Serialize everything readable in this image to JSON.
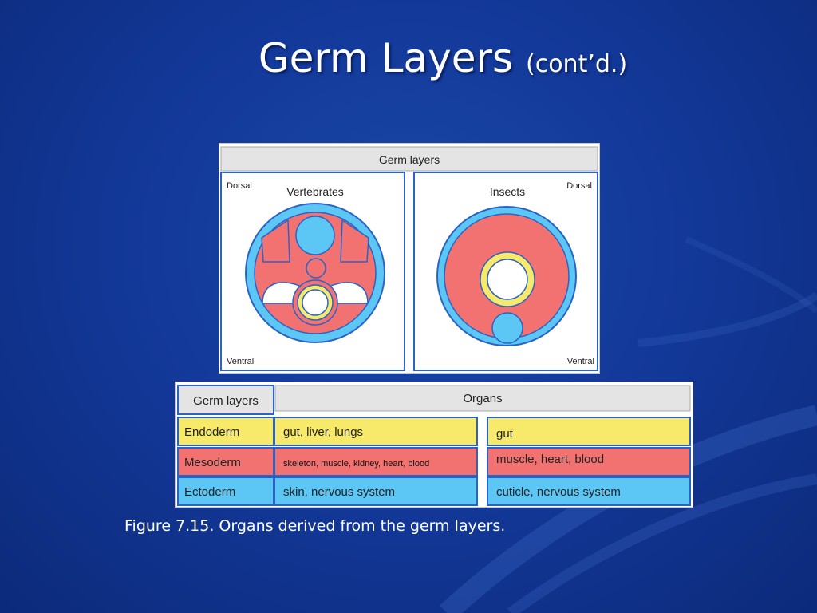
{
  "title": {
    "main": "Germ Layers",
    "sub": "(cont’d.)"
  },
  "figure": {
    "header": "Germ layers",
    "vertebrates": {
      "label": "Vertebrates",
      "dorsal": "Dorsal",
      "ventral": "Ventral"
    },
    "insects": {
      "label": "Insects",
      "dorsal": "Dorsal",
      "ventral": "Ventral"
    },
    "table": {
      "col_germ": "Germ layers",
      "col_organs": "Organs",
      "rows": [
        {
          "layer": "Endoderm",
          "vertebrates": "gut, liver, lungs",
          "insects": "gut"
        },
        {
          "layer": "Mesoderm",
          "vertebrates": "skeleton, muscle, kidney, heart, blood",
          "insects": "muscle, heart, blood"
        },
        {
          "layer": "Ectoderm",
          "vertebrates": "skin, nervous system",
          "insects": "cuticle, nervous system"
        }
      ]
    }
  },
  "colors": {
    "endoderm": "#f7e96a",
    "mesoderm": "#f27272",
    "ectoderm": "#5cc6f5",
    "outline": "#2a63c6",
    "header_fill": "#e4e4e4"
  },
  "caption": "Figure 7.15.  Organs derived from the germ layers."
}
